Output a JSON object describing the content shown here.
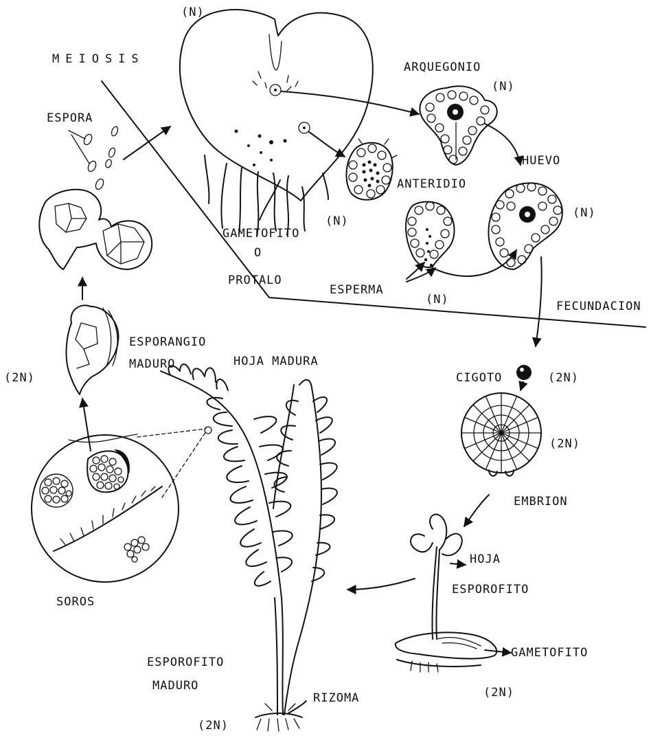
{
  "labels": {
    "meiosis": "MEIOSIS",
    "n_top": "(N)",
    "espora": "ESPORA",
    "arquegonio": "ARQUEGONIO",
    "n_arquegonio": "(N)",
    "huevo": "HUEVO",
    "anteridio": "ANTERIDIO",
    "n_huevo": "(N)",
    "n_anteridio": "(N)",
    "gametofito_o": "GAMETOFITO",
    "o": "O",
    "protalo": "PROTALO",
    "esperma": "ESPERMA",
    "n_esperma": "(N)",
    "fecundacion": "FECUNDACION",
    "esporangio": "ESPORANGIO",
    "maduro_1": "MADURO",
    "hoja_madura": "HOJA MADURA",
    "two_n_left": "(2N)",
    "cigoto": "CIGOTO",
    "two_n_cigoto": "(2N)",
    "two_n_embrion": "(2N)",
    "embrion": "EMBRION",
    "hoja": "HOJA",
    "esporofito": "ESPOROFITO",
    "soros": "SOROS",
    "gametofito_bottom": "GAMETOFITO",
    "esporofito_maduro": "ESPOROFITO",
    "maduro_2": "MADURO",
    "rizoma": "RIZOMA",
    "two_n_bottom_right": "(2N)",
    "two_n_bottom": "(2N)"
  }
}
